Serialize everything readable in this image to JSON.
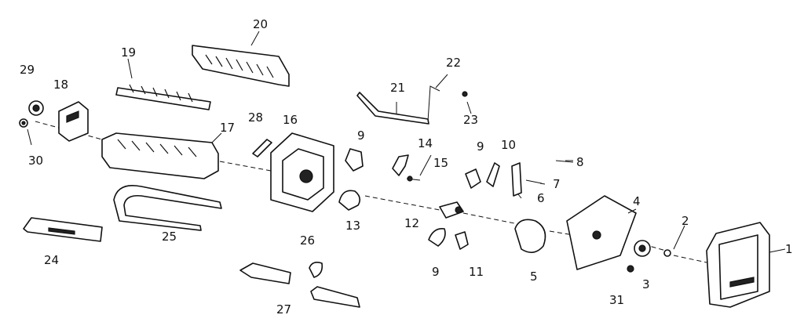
{
  "callouts": [
    "1",
    "2",
    "3",
    "4",
    "5",
    "6",
    "7",
    "8",
    "9",
    "10",
    "11",
    "12",
    "13",
    "14",
    "15",
    "16",
    "17",
    "18",
    "19",
    "20",
    "21",
    "22",
    "23",
    "24",
    "25",
    "26",
    "27",
    "28",
    "29",
    "30",
    "31",
    "9",
    "9"
  ]
}
